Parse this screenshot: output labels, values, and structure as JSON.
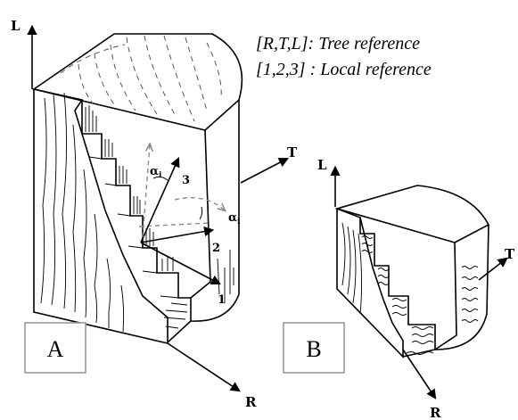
{
  "legend": {
    "tree_reference": "[R,T,L]: Tree reference",
    "local_reference": "[1,2,3] : Local reference"
  },
  "specimen_a": {
    "box_label": "A",
    "axis_l": "L",
    "axis_t": "T",
    "axis_r": "R",
    "local_1": "1",
    "local_2": "2",
    "local_3": "3",
    "alpha": "α",
    "alpha_sub": "i"
  },
  "specimen_b": {
    "box_label": "B",
    "axis_l": "L",
    "axis_t": "T",
    "axis_r": "R"
  }
}
